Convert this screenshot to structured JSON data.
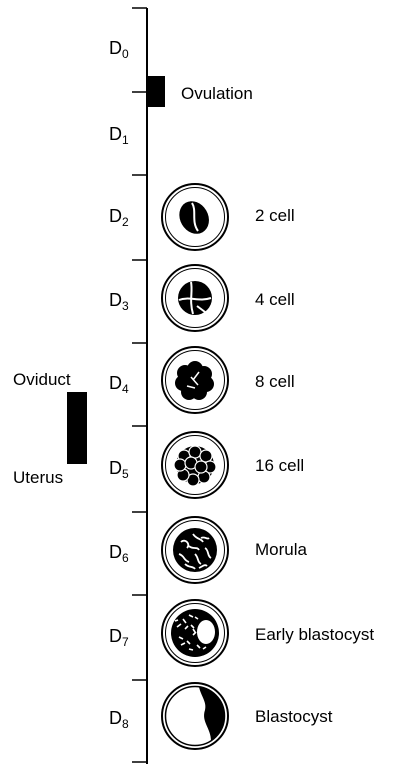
{
  "timeline": {
    "days": [
      {
        "letter": "D",
        "num": "0"
      },
      {
        "letter": "D",
        "num": "1"
      },
      {
        "letter": "D",
        "num": "2"
      },
      {
        "letter": "D",
        "num": "3"
      },
      {
        "letter": "D",
        "num": "4"
      },
      {
        "letter": "D",
        "num": "5"
      },
      {
        "letter": "D",
        "num": "6"
      },
      {
        "letter": "D",
        "num": "7"
      },
      {
        "letter": "D",
        "num": "8"
      }
    ],
    "ovulation_label": "Ovulation"
  },
  "location": {
    "oviduct_label": "Oviduct",
    "uterus_label": "Uterus"
  },
  "stages": [
    {
      "label": "2 cell",
      "icon": "two-cell-embryo-icon"
    },
    {
      "label": "4 cell",
      "icon": "four-cell-embryo-icon"
    },
    {
      "label": "8 cell",
      "icon": "eight-cell-embryo-icon"
    },
    {
      "label": "16 cell",
      "icon": "sixteen-cell-embryo-icon"
    },
    {
      "label": "Morula",
      "icon": "morula-icon"
    },
    {
      "label": "Early blastocyst",
      "icon": "early-blastocyst-icon"
    },
    {
      "label": "Blastocyst",
      "icon": "blastocyst-icon"
    }
  ]
}
